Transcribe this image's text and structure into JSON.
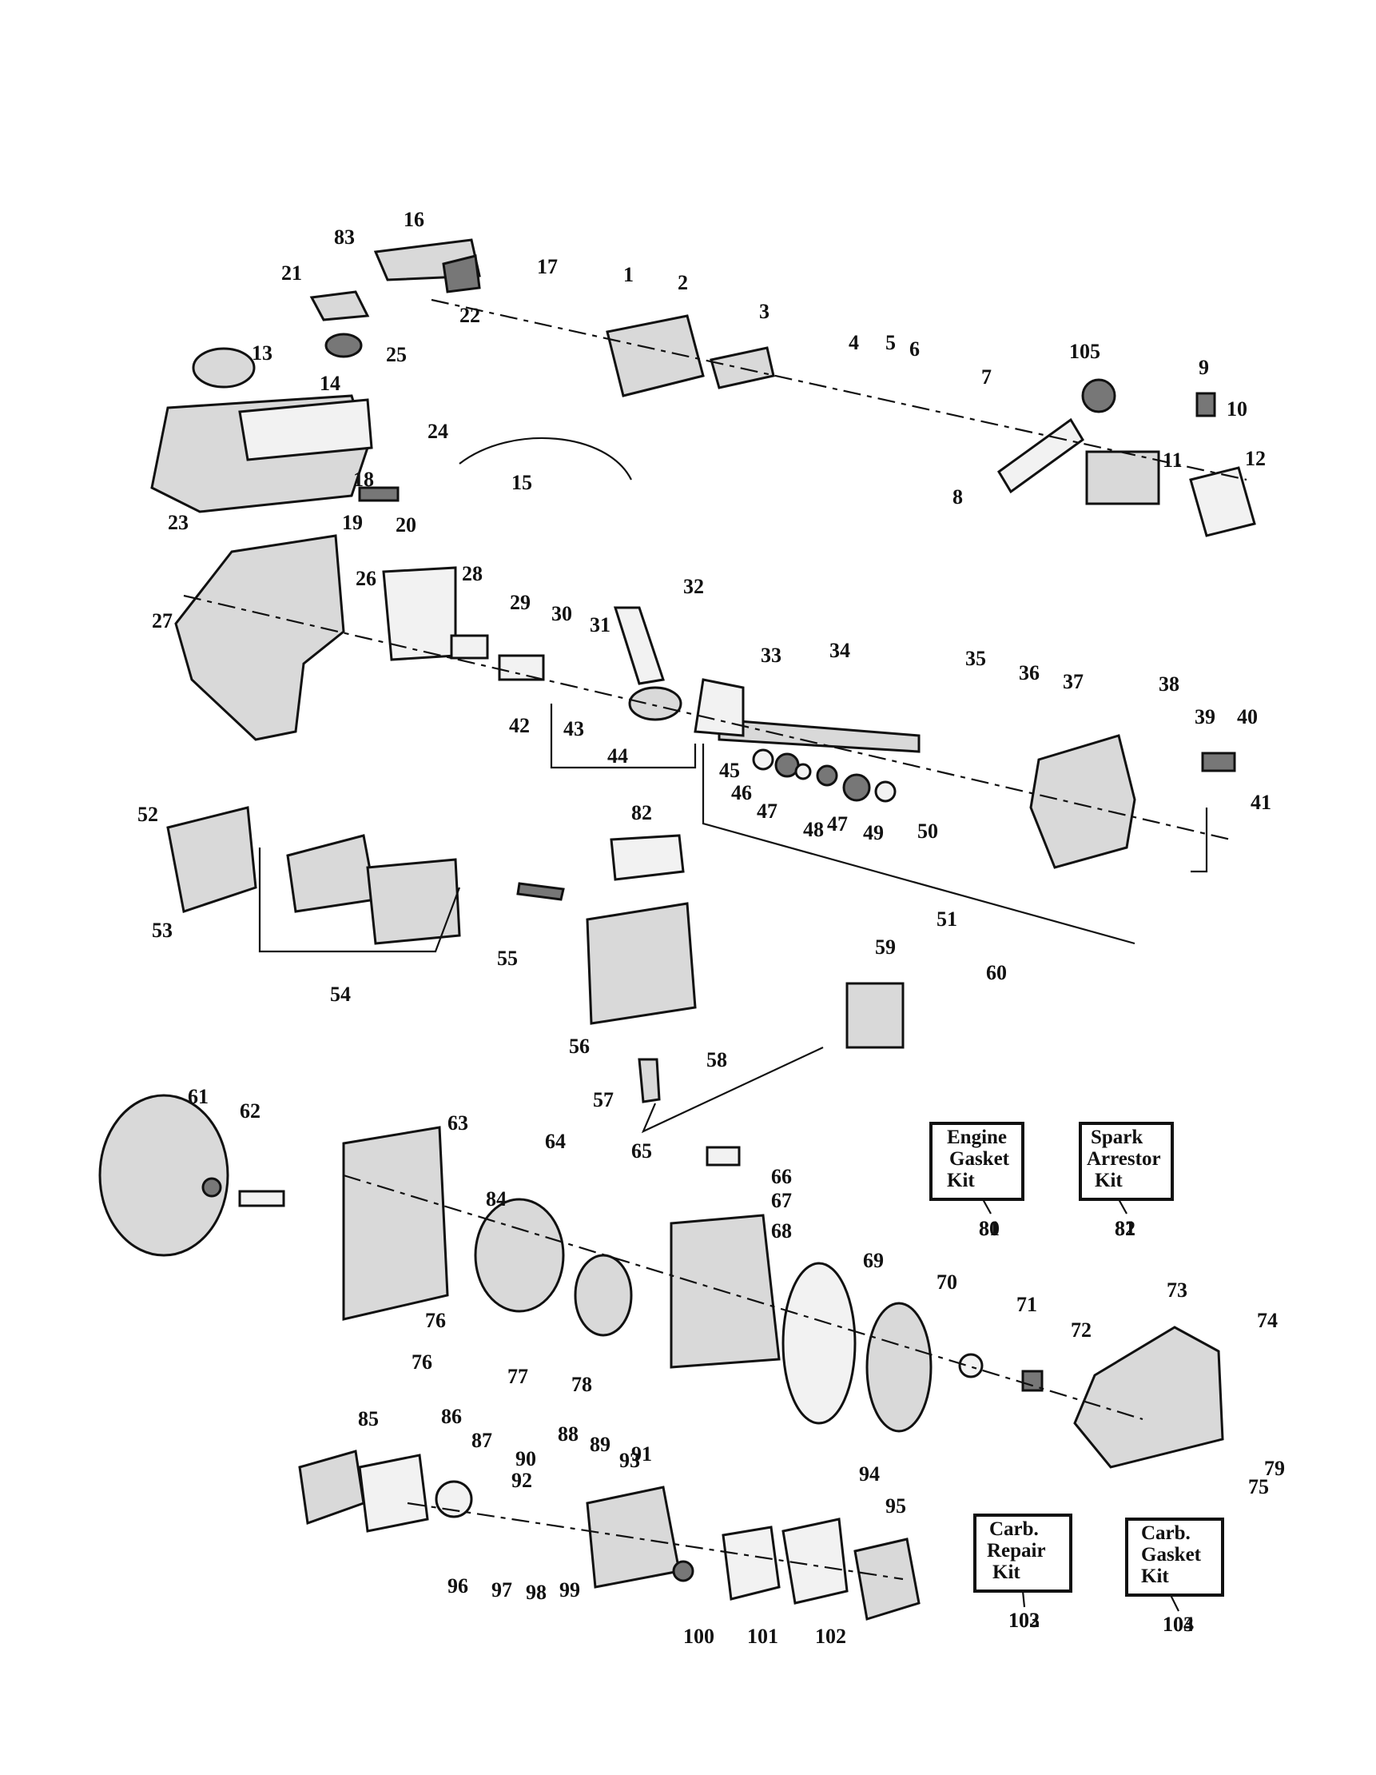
{
  "callouts": [
    "1",
    "2",
    "3",
    "4",
    "5",
    "6",
    "7",
    "8",
    "9",
    "10",
    "11",
    "12",
    "13",
    "14",
    "15",
    "16",
    "17",
    "18",
    "19",
    "20",
    "21",
    "22",
    "23",
    "24",
    "25",
    "26",
    "27",
    "28",
    "29",
    "30",
    "31",
    "32",
    "33",
    "34",
    "35",
    "36",
    "37",
    "38",
    "39",
    "40",
    "41",
    "42",
    "43",
    "44",
    "45",
    "46",
    "47",
    "47",
    "48",
    "49",
    "50",
    "51",
    "52",
    "53",
    "54",
    "55",
    "56",
    "57",
    "58",
    "59",
    "60",
    "61",
    "62",
    "63",
    "64",
    "65",
    "66",
    "67",
    "68",
    "69",
    "70",
    "71",
    "72",
    "73",
    "74",
    "75",
    "76",
    "76",
    "77",
    "78",
    "79",
    "80",
    "81",
    "82",
    "83",
    "84",
    "85",
    "86",
    "87",
    "88",
    "89",
    "90",
    "91",
    "92",
    "93",
    "94",
    "95",
    "96",
    "97",
    "98",
    "99",
    "100",
    "101",
    "102",
    "103",
    "104",
    "105"
  ],
  "kits": [
    {
      "lines": [
        "Engine",
        "Gasket",
        "Kit"
      ],
      "number": "81"
    },
    {
      "lines": [
        "Spark",
        "Arrestor",
        "Kit"
      ],
      "number": "82"
    },
    {
      "lines": [
        "Carb.",
        "Repair",
        "Kit"
      ],
      "number": "102"
    },
    {
      "lines": [
        "Carb.",
        "Gasket",
        "Kit"
      ],
      "number": "103"
    }
  ]
}
